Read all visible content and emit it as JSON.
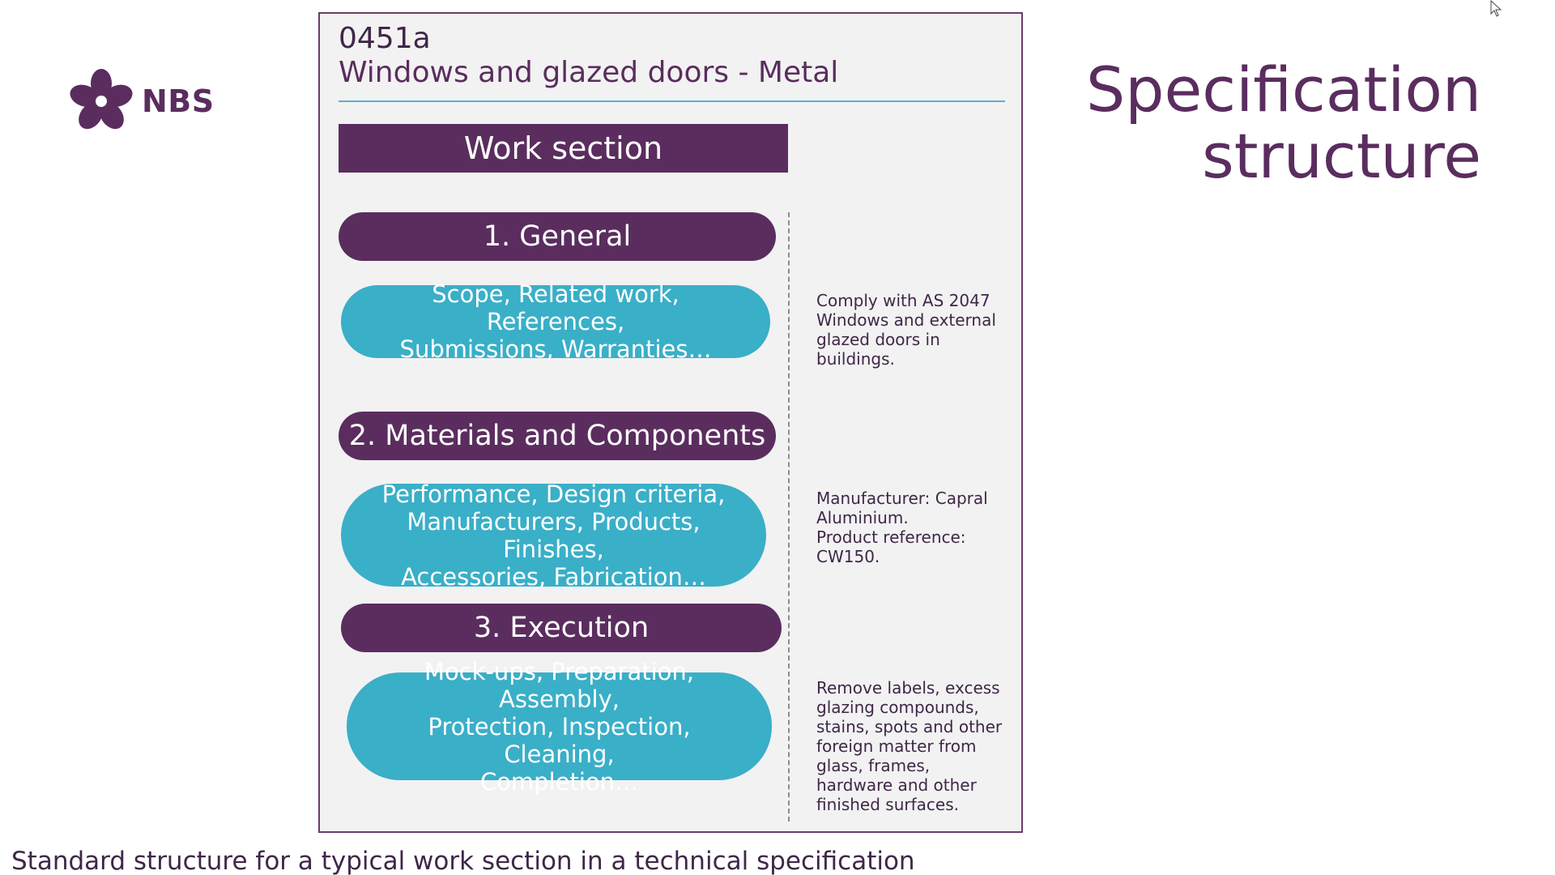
{
  "logo": {
    "text": "NBS"
  },
  "title": {
    "line1": "Specification",
    "line2": "structure"
  },
  "panel": {
    "code": "0451a",
    "section_name": "Windows and glazed doors - Metal",
    "work_section_label": "Work section",
    "groups": [
      {
        "heading": "1. General",
        "items": "Scope, Related work, References,\nSubmissions, Warranties…",
        "note": "Comply with AS 2047\nWindows and external\nglazed doors in\nbuildings."
      },
      {
        "heading": "2. Materials and Components",
        "items": "Performance, Design criteria,\nManufacturers, Products, Finishes,\nAccessories, Fabrication…",
        "note": "Manufacturer: Capral\nAluminium.\nProduct reference:\nCW150."
      },
      {
        "heading": "3. Execution",
        "items": "Mock-ups, Preparation, Assembly,\nProtection, Inspection, Cleaning,\nCompletion…",
        "note": "Remove labels, excess\nglazing compounds,\nstains, spots and other\nforeign matter from\nglass, frames,\nhardware and other\nfinished surfaces."
      }
    ]
  },
  "caption": "Standard structure for a typical work section in a technical specification",
  "colors": {
    "primary_purple": "#5a2d5e",
    "accent_teal": "#3aafc8",
    "panel_bg": "#f2f2f2"
  },
  "icons": {
    "logo": "nbs-star-icon",
    "pointer": "mouse-cursor-icon"
  }
}
